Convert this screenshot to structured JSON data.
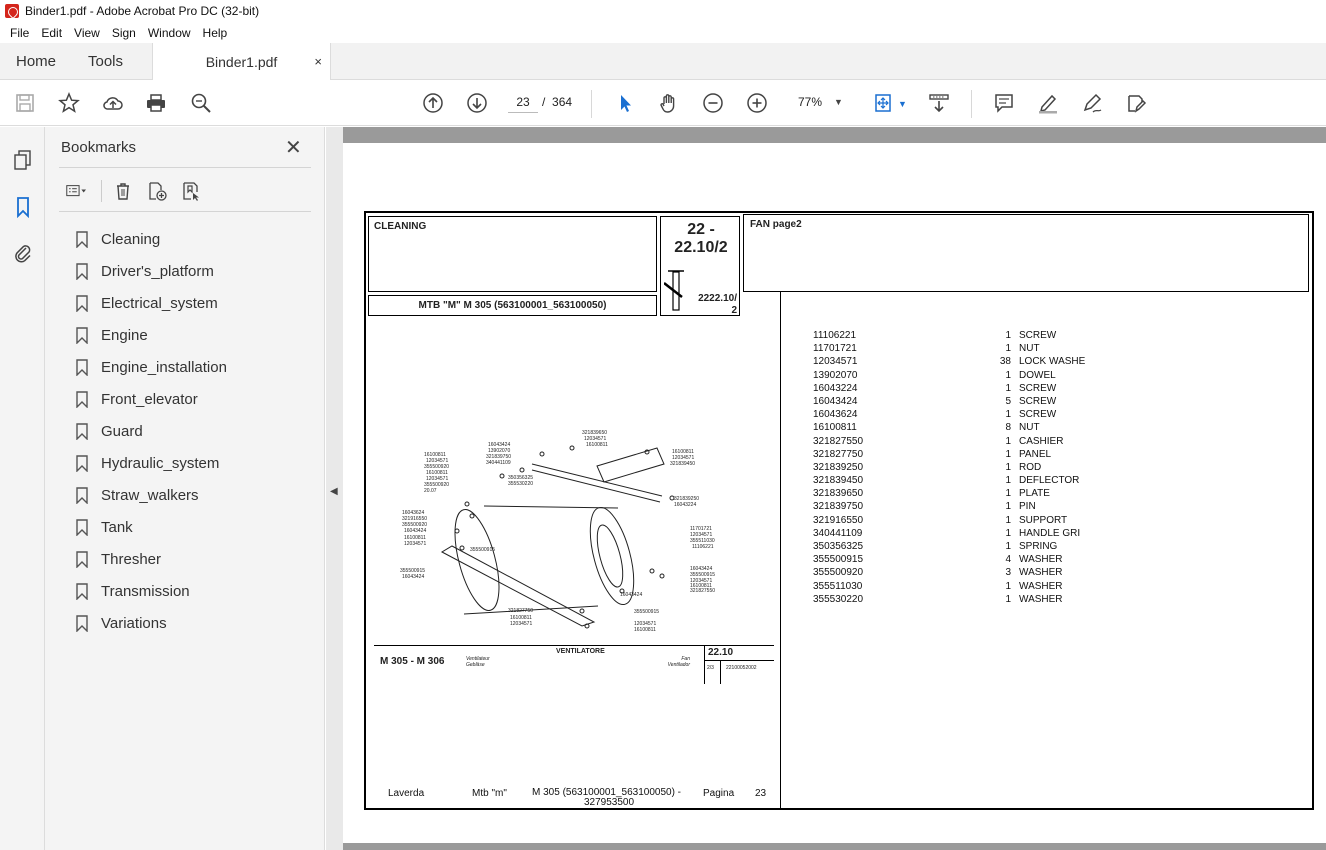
{
  "window": {
    "title": "Binder1.pdf - Adobe Acrobat Pro DC (32-bit)"
  },
  "menu": [
    "File",
    "Edit",
    "View",
    "Sign",
    "Window",
    "Help"
  ],
  "tabs": {
    "home": "Home",
    "tools": "Tools",
    "document": "Binder1.pdf",
    "close_glyph": "×"
  },
  "toolbar": {
    "current_page": "23",
    "page_separator": "/",
    "total_pages": "364",
    "zoom": "77%"
  },
  "bookmarks": {
    "title": "Bookmarks",
    "items": [
      "Cleaning",
      "Driver's_platform",
      "Electrical_system",
      "Engine",
      "Engine_installation",
      "Front_elevator",
      "Guard",
      "Hydraulic_system",
      "Straw_walkers",
      "Tank",
      "Thresher",
      "Transmission",
      "Variations"
    ]
  },
  "document": {
    "section": "CLEANING",
    "model": "MTB \"M\" M 305 (563100001_563100050)",
    "code_line1": "22 -",
    "code_line2": "22.10/2",
    "code_sub1": "2222.10/",
    "code_sub2": "2",
    "group": "FAN  page2",
    "parts": [
      {
        "pn": "11106221",
        "qty": "1",
        "desc": "SCREW"
      },
      {
        "pn": "11701721",
        "qty": "1",
        "desc": "NUT"
      },
      {
        "pn": "12034571",
        "qty": "38",
        "desc": "LOCK WASHE"
      },
      {
        "pn": "13902070",
        "qty": "1",
        "desc": "DOWEL"
      },
      {
        "pn": "16043224",
        "qty": "1",
        "desc": "SCREW"
      },
      {
        "pn": "16043424",
        "qty": "5",
        "desc": "SCREW"
      },
      {
        "pn": "16043624",
        "qty": "1",
        "desc": "SCREW"
      },
      {
        "pn": "16100811",
        "qty": "8",
        "desc": "NUT"
      },
      {
        "pn": "321827550",
        "qty": "1",
        "desc": "CASHIER"
      },
      {
        "pn": "321827750",
        "qty": "1",
        "desc": "PANEL"
      },
      {
        "pn": "321839250",
        "qty": "1",
        "desc": "ROD"
      },
      {
        "pn": "321839450",
        "qty": "1",
        "desc": "DEFLECTOR"
      },
      {
        "pn": "321839650",
        "qty": "1",
        "desc": "PLATE"
      },
      {
        "pn": "321839750",
        "qty": "1",
        "desc": "PIN"
      },
      {
        "pn": "321916550",
        "qty": "1",
        "desc": "SUPPORT"
      },
      {
        "pn": "340441109",
        "qty": "1",
        "desc": "HANDLE GRI"
      },
      {
        "pn": "350356325",
        "qty": "1",
        "desc": "SPRING"
      },
      {
        "pn": "355500915",
        "qty": "4",
        "desc": "WASHER"
      },
      {
        "pn": "355500920",
        "qty": "3",
        "desc": "WASHER"
      },
      {
        "pn": "355511030",
        "qty": "1",
        "desc": "WASHER"
      },
      {
        "pn": "355530220",
        "qty": "1",
        "desc": "WASHER"
      }
    ],
    "drawing": {
      "title": "VENTILATORE",
      "model": "M 305 - M 306",
      "code": "22.10",
      "sub_left1": "Ventilateur",
      "sub_left2": "Gebläse",
      "sub_right1": "Fan",
      "sub_right2": "Ventilador",
      "page": "2/3",
      "ref": "22100052002"
    },
    "footer": {
      "brand": "Laverda",
      "series": "Mtb \"m\"",
      "model_line1": "M 305 (563100001_563100050)  -",
      "model_line2": "327953500",
      "page_label": "Pagina",
      "page_number": "23"
    }
  }
}
